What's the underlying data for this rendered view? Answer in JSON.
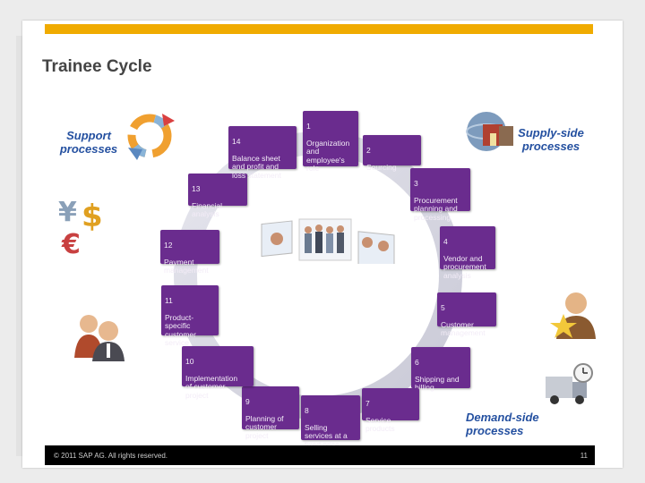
{
  "title": "Trainee Cycle",
  "labels": {
    "support": "Support\nprocesses",
    "supply": "Supply-side\nprocesses",
    "demand": "Demand-side\nprocesses"
  },
  "steps": [
    {
      "num": "1",
      "text": "Organization\nand\nemployee's\nrole"
    },
    {
      "num": "2",
      "text": "Sourcing"
    },
    {
      "num": "3",
      "text": "Procurement\nplanning and\nprocessing"
    },
    {
      "num": "4",
      "text": "Vendor and\nprocurement\nanalysis"
    },
    {
      "num": "5",
      "text": "Customer\nmanagement"
    },
    {
      "num": "6",
      "text": "Shipping and\nbilling"
    },
    {
      "num": "7",
      "text": "Service\nproducts"
    },
    {
      "num": "8",
      "text": "Selling\nservices at a\nfixed price"
    },
    {
      "num": "9",
      "text": "Planning of\ncustomer\nproject"
    },
    {
      "num": "10",
      "text": "Implementation\nof customer\nproject"
    },
    {
      "num": "11",
      "text": "Product-\nspecific\ncustomer\nservice"
    },
    {
      "num": "12",
      "text": "Payment\nmanagement"
    },
    {
      "num": "13",
      "text": "Financial\nanalysis"
    },
    {
      "num": "14",
      "text": "Balance sheet\nand profit and\nloss statement"
    }
  ],
  "icons": {
    "support": "refresh-arrows-icon",
    "currency": "currency-icon",
    "people": "people-icon",
    "center": "team-photos-icon",
    "supply": "globe-warehouse-icon",
    "customer": "customer-star-icon",
    "truck": "truck-clock-icon"
  },
  "currency_symbols": {
    "yen": "¥",
    "dollar": "$",
    "euro": "€"
  },
  "footer": {
    "copyright": "© 2011 SAP AG. All rights reserved.",
    "page": "11"
  },
  "colors": {
    "accent": "#f0ab00",
    "box": "#6a2c8e",
    "label": "#2450a0"
  }
}
